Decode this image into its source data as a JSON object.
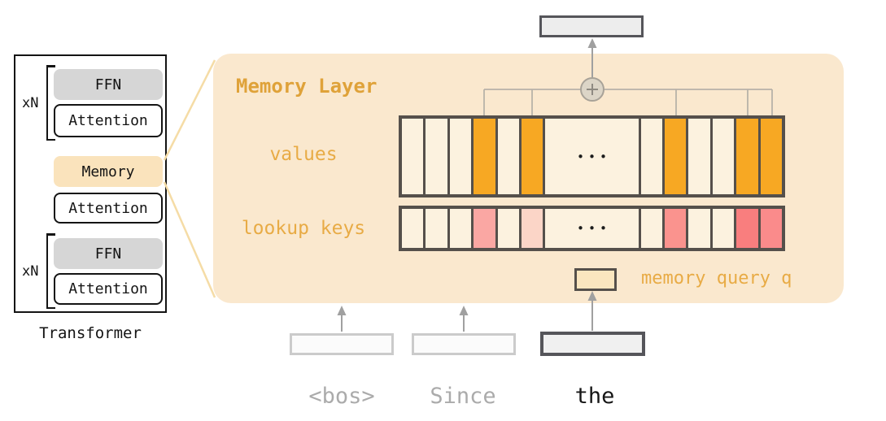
{
  "left_panel": {
    "caption": "Transformer",
    "repeat_label_top": "xN",
    "repeat_label_bottom": "xN",
    "blocks": {
      "ffn_top": "FFN",
      "attention_top": "Attention",
      "memory": "Memory",
      "attention_mid": "Attention",
      "ffn_bottom": "FFN",
      "attention_bottom": "Attention"
    }
  },
  "memory_panel": {
    "title": "Memory Layer",
    "values_label": "values",
    "keys_label": "lookup keys",
    "query_label": "memory query q",
    "plus_icon": "+",
    "ellipsis": "•••"
  },
  "values_row": {
    "cells": [
      "plain",
      "plain",
      "plain",
      "orange",
      "plain",
      "orange",
      "ellipsis",
      "plain",
      "orange",
      "plain",
      "plain",
      "orange",
      "orange"
    ]
  },
  "keys_row": {
    "cells": [
      "plain",
      "plain",
      "plain",
      "pink_mid",
      "plain",
      "pink_light",
      "ellipsis",
      "plain",
      "pink_strong",
      "plain",
      "plain",
      "red",
      "red_soft"
    ]
  },
  "tokens": [
    {
      "text": "<bos>",
      "active": false
    },
    {
      "text": "Since",
      "active": false
    },
    {
      "text": "the",
      "active": true
    }
  ],
  "colors": {
    "panel_bg": "#fae8ce",
    "accent_text": "#e8ab45",
    "title_text": "#dfa239",
    "cell_border": "#55504b",
    "memory_block_bg": "#fae3bc",
    "cell_fills": {
      "plain": "#fcf2df",
      "ellipsis": "#fcf2df",
      "orange": "#f7a823",
      "pink_mid": "#faa7a3",
      "pink_light": "#fbd5c7",
      "pink_strong": "#fa938e",
      "red": "#f97e7e",
      "red_soft": "#fa8b8b"
    }
  }
}
